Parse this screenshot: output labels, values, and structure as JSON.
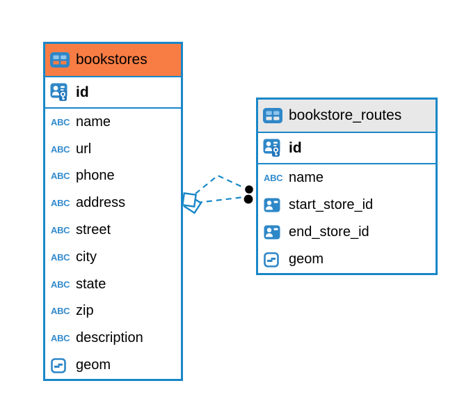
{
  "diagram": {
    "text_type_label": "ABC",
    "tables": [
      {
        "name": "bookstores",
        "icon": "table-icon",
        "header_color": "#F87D45",
        "primary_key": {
          "name": "id",
          "icon": "primary-key-icon"
        },
        "fields": [
          {
            "name": "name",
            "icon": "text-type-icon"
          },
          {
            "name": "url",
            "icon": "text-type-icon"
          },
          {
            "name": "phone",
            "icon": "text-type-icon"
          },
          {
            "name": "address",
            "icon": "text-type-icon"
          },
          {
            "name": "street",
            "icon": "text-type-icon"
          },
          {
            "name": "city",
            "icon": "text-type-icon"
          },
          {
            "name": "state",
            "icon": "text-type-icon"
          },
          {
            "name": "zip",
            "icon": "text-type-icon"
          },
          {
            "name": "description",
            "icon": "text-type-icon"
          },
          {
            "name": "geom",
            "icon": "geometry-type-icon"
          }
        ]
      },
      {
        "name": "bookstore_routes",
        "icon": "table-icon",
        "header_color": "#E8E8E8",
        "primary_key": {
          "name": "id",
          "icon": "primary-key-icon"
        },
        "fields": [
          {
            "name": "name",
            "icon": "text-type-icon"
          },
          {
            "name": "start_store_id",
            "icon": "foreign-key-icon"
          },
          {
            "name": "end_store_id",
            "icon": "foreign-key-icon"
          },
          {
            "name": "geom",
            "icon": "geometry-type-icon"
          }
        ]
      }
    ],
    "relationships": [
      {
        "from_table": "bookstores",
        "to_table": "bookstore_routes",
        "style": "dashed",
        "line": "upper"
      },
      {
        "from_table": "bookstores",
        "to_table": "bookstore_routes",
        "style": "dashed",
        "line": "lower"
      }
    ],
    "colors": {
      "accent_blue": "#1887C8",
      "icon_blue": "#2E87C8",
      "orange_header": "#F87D45",
      "gray_header": "#E8E8E8",
      "background": "#FFFFFF",
      "text": "#000000",
      "connector_dot": "#000000"
    }
  }
}
